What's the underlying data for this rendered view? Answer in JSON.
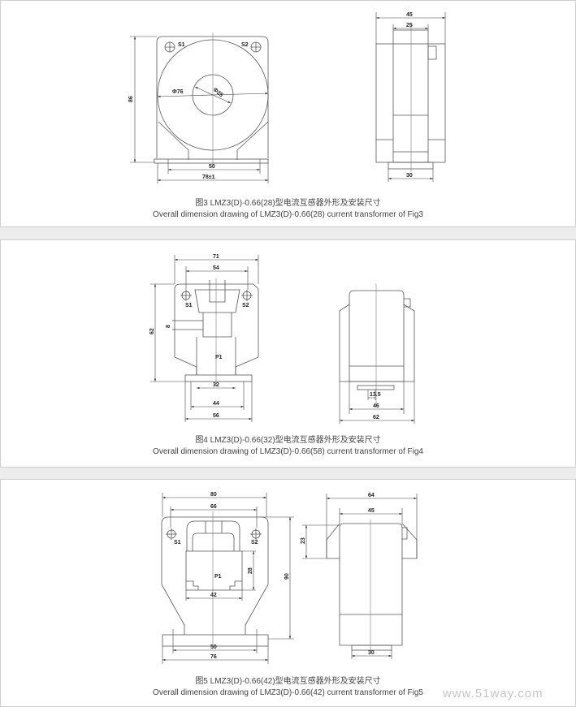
{
  "figures": [
    {
      "caption_cn": "图3 LMZ3(D)-0.66(28)型电流互感器外形及安装尺寸",
      "caption_en": "Overall dimension drawing of LMZ3(D)-0.66(28) current transformer of Fig3",
      "dims": {
        "height": "86",
        "outer_dia": "Φ76",
        "inner_dia": "Φ25",
        "hole_spacing": "50",
        "width": "78±1",
        "side_width": "45",
        "side_inner": "25",
        "side_base": "30",
        "s1": "S1",
        "s2": "S2"
      }
    },
    {
      "caption_cn": "图4 LMZ3(D)-0.66(32)型电流互感器外形及安装尺寸",
      "caption_en": "Overall dimension drawing of LMZ3(D)-0.66(58) current transformer of Fig4",
      "dims": {
        "width": "71",
        "terminal_spacing": "54",
        "height": "62",
        "bar": "8",
        "window": "32",
        "hole_spacing": "44",
        "base": "56",
        "side_pitch": "13.5",
        "side_inner": "46",
        "side_width": "62",
        "s1": "S1",
        "s2": "S2",
        "p1": "P1"
      }
    },
    {
      "caption_cn": "图5 LMZ3(D)-0.66(42)型电流互感器外形及安装尺寸",
      "caption_en": "Overall dimension drawing of LMZ3(D)-0.66(42) current transformer of Fig5",
      "dims": {
        "width": "80",
        "terminal_spacing": "66",
        "height": "90",
        "window_h": "28",
        "window_w": "42",
        "hole_spacing": "50",
        "base": "76",
        "side_width": "64",
        "side_inner": "45",
        "side_flange": "23",
        "side_base": "30",
        "s1": "S1",
        "s2": "S2",
        "p1": "P1"
      }
    }
  ],
  "watermark": "www.51way.com"
}
